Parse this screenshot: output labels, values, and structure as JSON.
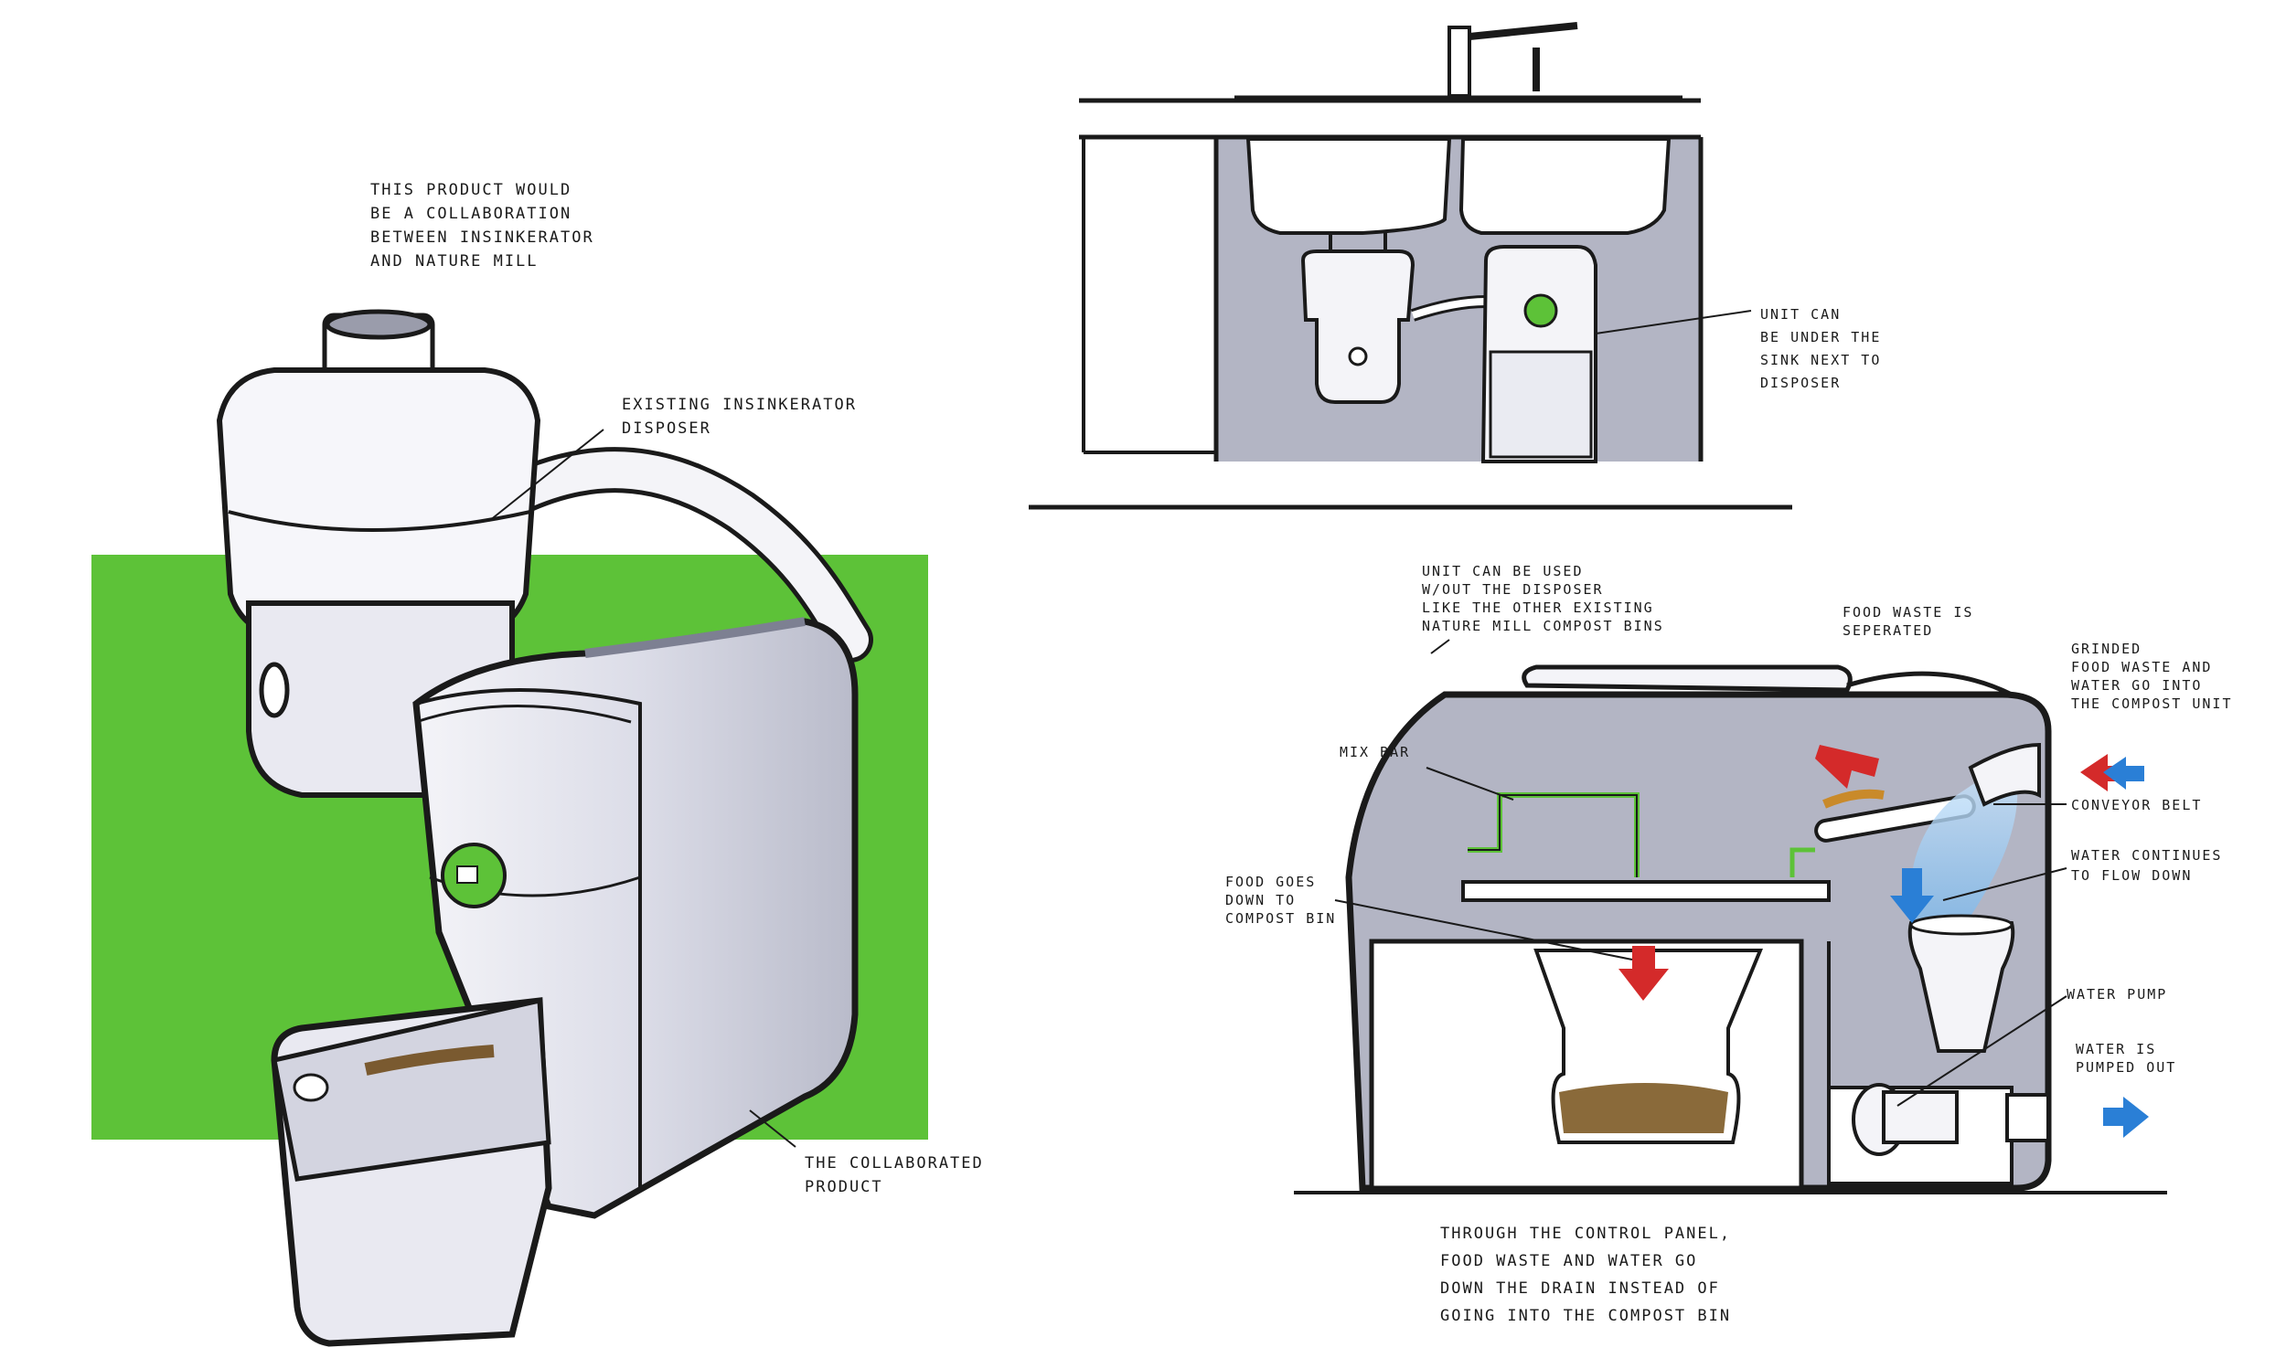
{
  "annotations": {
    "intro": "This product would\nbe a collaboration\nbetween Insinkerator\nand Nature Mill",
    "existing_disposer": "Existing Insinkerator\ndisposer",
    "collaborated_product": "The collaborated\nproduct",
    "under_sink": "Unit can\nbe under the\nsink next to\ndisposer",
    "without_disposer": "Unit can be used\nw/out the disposer\nlike the other existing\nNature Mill compost bins",
    "separated": "Food waste is\nseperated",
    "grinded": "Grinded\nfood waste and\nwater go into\nthe compost unit",
    "mix_bar": "Mix bar",
    "conveyor_belt": "Conveyor belt",
    "water_continues": "Water continues\nto flow down",
    "food_goes_down": "Food goes\ndown to\ncompost bin",
    "water_pump": "Water pump",
    "water_pumped_out": "Water is\npumped out",
    "control_panel_note": "Through the control panel,\nfood waste and water go\ndown the drain instead of\ngoing into the compost bin"
  },
  "colors": {
    "green": "#5dc238",
    "cabinet_gray": "#b3b5c4",
    "body_gray": "#e4e5ef",
    "dark_gray": "#7d8092",
    "arrow_red": "#d42a2a",
    "arrow_blue": "#2a7fd6",
    "ink": "#1a1a1a"
  }
}
